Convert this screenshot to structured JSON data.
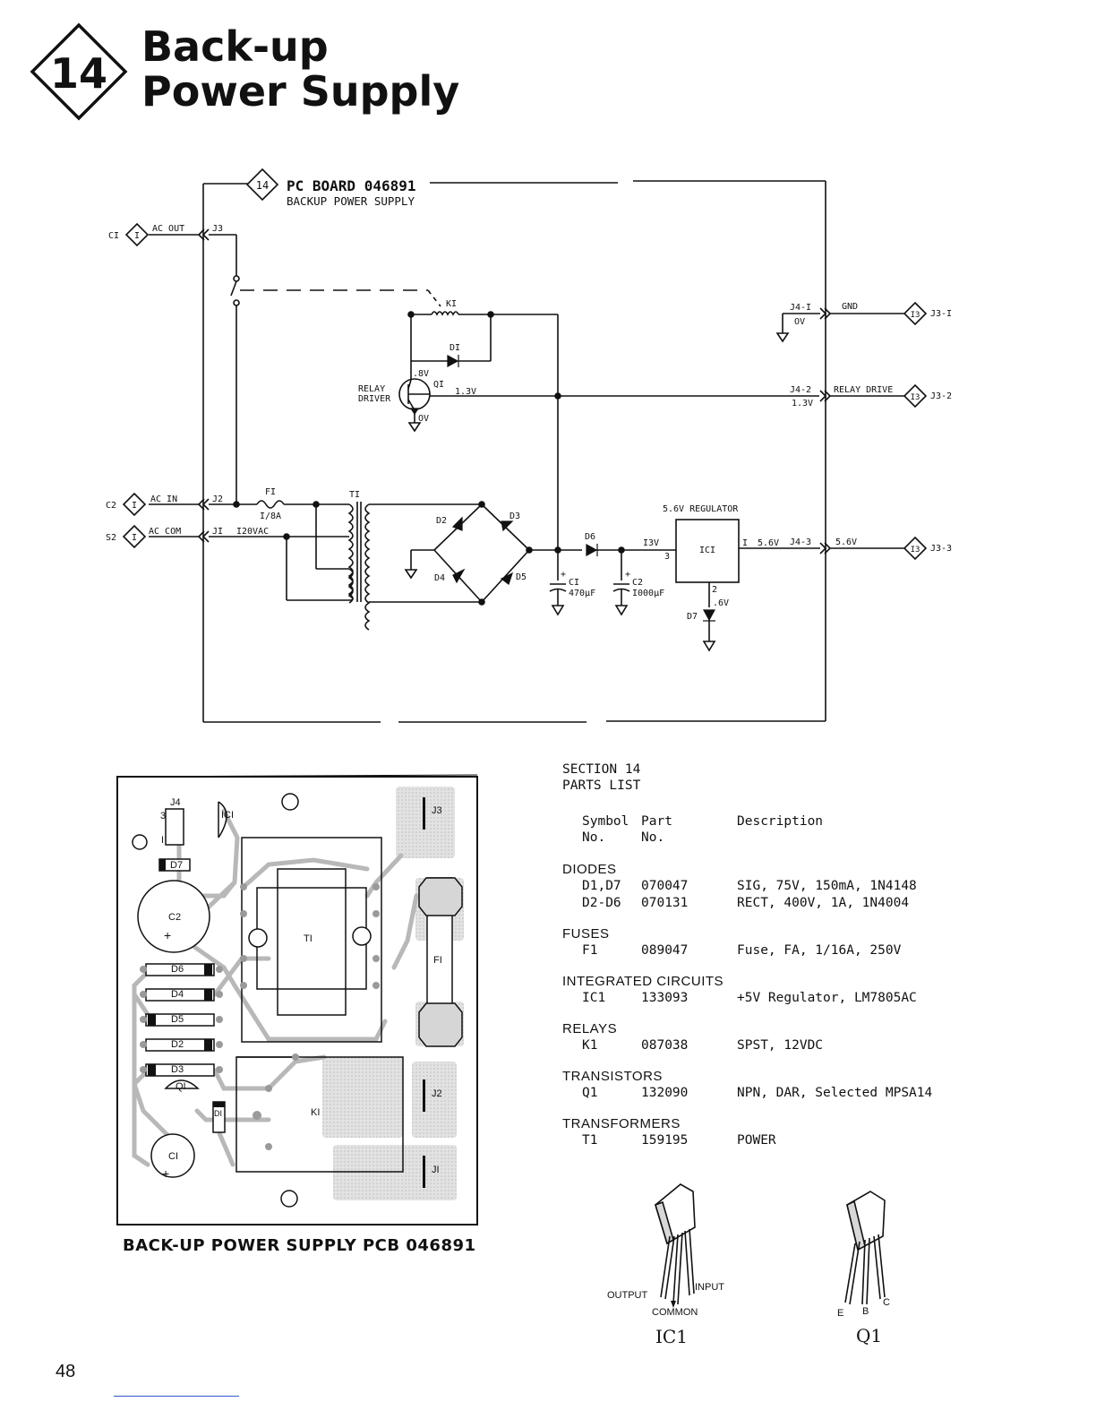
{
  "header": {
    "section_number": "14",
    "title_line1": "Back-up",
    "title_line2": "Power Supply"
  },
  "schematic": {
    "board_badge": "14",
    "board_title": "PC BOARD 046891",
    "board_subtitle": "BACKUP POWER SUPPLY",
    "connectors": {
      "c1": {
        "ref": "CI",
        "badge": "I",
        "signal": "AC OUT",
        "jack": "J3"
      },
      "c2": {
        "ref": "C2",
        "badge": "I",
        "signal": "AC IN",
        "jack": "J2"
      },
      "s2": {
        "ref": "S2",
        "badge": "I",
        "signal": "AC COM",
        "jack": "JI"
      }
    },
    "outputs": [
      {
        "pin": "J4-I",
        "signal": "GND",
        "volt": "OV",
        "badge": "I3",
        "dest": "J3-I"
      },
      {
        "pin": "J4-2",
        "signal": "RELAY DRIVE",
        "volt": "1.3V",
        "badge": "I3",
        "dest": "J3-2"
      },
      {
        "pin": "J4-3",
        "signal": "5.6V",
        "volt": "",
        "badge": "I3",
        "dest": "J3-3"
      }
    ],
    "labels": {
      "k1": "KI",
      "d1": "DI",
      "q1": "QI",
      "relay_driver_1": "RELAY",
      "relay_driver_2": "DRIVER",
      "v_8": ".8V",
      "v_13_base": "1.3V",
      "v_0": "OV",
      "f1": "FI",
      "f1_rating": "I/8A",
      "vac": "I20VAC",
      "t1": "TI",
      "d2": "D2",
      "d3": "D3",
      "d4": "D4",
      "d5": "D5",
      "d6": "D6",
      "d7": "D7",
      "v_13": "I3V",
      "reg_title": "5.6V REGULATOR",
      "ic1": "ICI",
      "pin1": "I",
      "pin2": "2",
      "pin3": "3",
      "v_56": "5.6V",
      "v_6": ".6V",
      "c1": "CI",
      "c1_val": "470μF",
      "c2": "C2",
      "c2_val": "I000μF",
      "plus": "+"
    }
  },
  "pcb": {
    "caption": "BACK-UP POWER SUPPLY PCB 046891",
    "labels": {
      "j4": "J4",
      "j4_pin3": "3",
      "j4_pin1": "I",
      "ic1": "ICI",
      "d7": "D7",
      "c2": "C2",
      "plus": "+",
      "t1": "TI",
      "f1": "FI",
      "d6": "D6",
      "d4": "D4",
      "d5": "D5",
      "d2": "D2",
      "d3": "D3",
      "q1": "QI",
      "d1": "DI",
      "k1": "KI",
      "c1": "CI",
      "j3": "J3",
      "j2": "J2",
      "j1": "JI"
    }
  },
  "parts_list": {
    "heading1": "SECTION 14",
    "heading2": "PARTS LIST",
    "col_symbol_1": "Symbol",
    "col_symbol_2": "No.",
    "col_part_1": "Part",
    "col_part_2": "No.",
    "col_desc": "Description",
    "categories": [
      {
        "name": "DIODES",
        "items": [
          {
            "symbol": "D1,D7",
            "part": "070047",
            "desc": "SIG, 75V, 150mA, 1N4148"
          },
          {
            "symbol": "D2-D6",
            "part": "070131",
            "desc": "RECT, 400V, 1A, 1N4004"
          }
        ]
      },
      {
        "name": "FUSES",
        "items": [
          {
            "symbol": "F1",
            "part": "089047",
            "desc": "Fuse, FA, 1/16A, 250V"
          }
        ]
      },
      {
        "name": "INTEGRATED CIRCUITS",
        "items": [
          {
            "symbol": "IC1",
            "part": "133093",
            "desc": "+5V Regulator, LM7805AC"
          }
        ]
      },
      {
        "name": "RELAYS",
        "items": [
          {
            "symbol": "K1",
            "part": "087038",
            "desc": "SPST, 12VDC"
          }
        ]
      },
      {
        "name": "TRANSISTORS",
        "items": [
          {
            "symbol": "Q1",
            "part": "132090",
            "desc": "NPN, DAR, Selected MPSA14"
          }
        ]
      },
      {
        "name": "TRANSFORMERS",
        "items": [
          {
            "symbol": "T1",
            "part": "159195",
            "desc": "POWER"
          }
        ]
      }
    ]
  },
  "packages": {
    "ic1": {
      "name": "IC1",
      "output": "OUTPUT",
      "input": "INPUT",
      "common": "COMMON"
    },
    "q1": {
      "name": "Q1",
      "e": "E",
      "b": "B",
      "c": "C"
    }
  },
  "footer": {
    "page_number": "48"
  }
}
